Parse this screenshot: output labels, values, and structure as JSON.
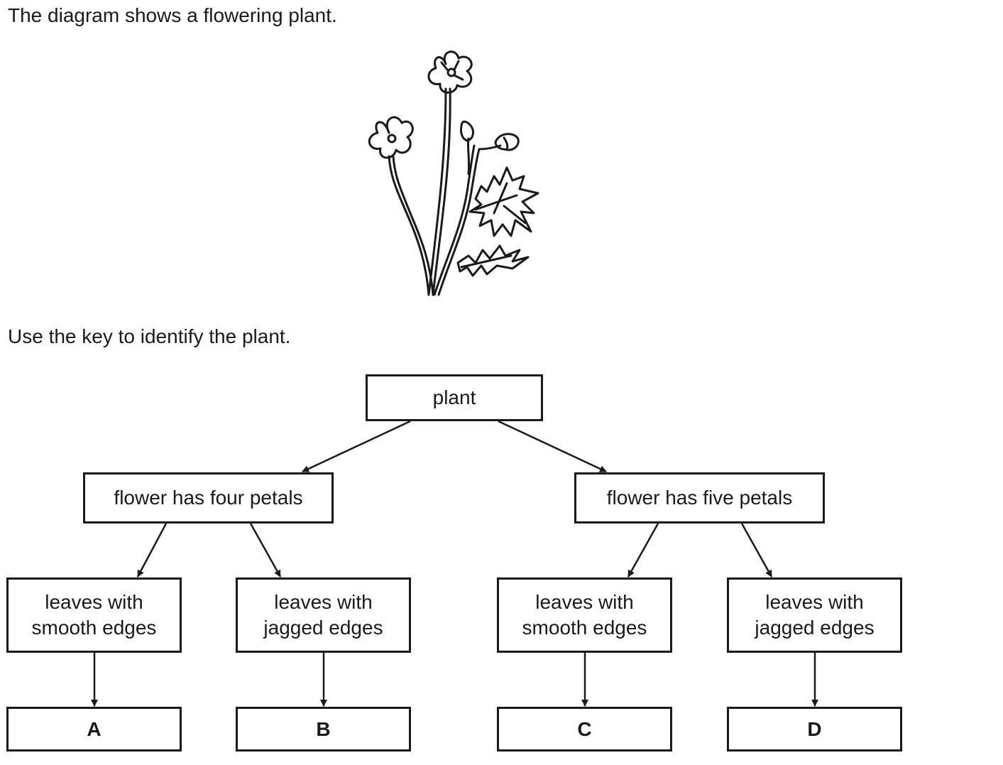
{
  "intro_text": "The diagram shows a flowering plant.",
  "instruction_text": "Use the key to identify the plant.",
  "key": {
    "root": "plant",
    "left_branch": "flower has four petals",
    "right_branch": "flower has five petals",
    "leaf_nodes": [
      {
        "line1": "leaves with",
        "line2": "smooth edges",
        "result": "A"
      },
      {
        "line1": "leaves with",
        "line2": "jagged edges",
        "result": "B"
      },
      {
        "line1": "leaves with",
        "line2": "smooth edges",
        "result": "C"
      },
      {
        "line1": "leaves with",
        "line2": "jagged edges",
        "result": "D"
      }
    ]
  }
}
